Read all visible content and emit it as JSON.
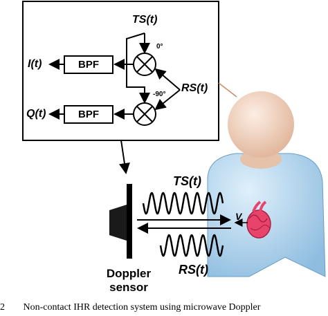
{
  "diagram": {
    "ts_label": "TS(t)",
    "angle_0": "0°",
    "angle_90": "-90°",
    "rs_label": "RS(t)",
    "i_label": "I(t)",
    "q_label": "Q(t)",
    "bpf_top": "BPF",
    "bpf_bottom": "BPF",
    "wave_ts_label": "TS(t)",
    "wave_rs_label": "RS(t)",
    "velocity_label": "V",
    "sensor_line1": "Doppler",
    "sensor_line2": "sensor"
  },
  "caption": {
    "number": "2",
    "text": "Non-contact IHR detection system using microwave Doppler"
  },
  "colors": {
    "person_head": "#f2d2bd",
    "person_body": "#b8d8ee",
    "heart": "#e8436b"
  }
}
